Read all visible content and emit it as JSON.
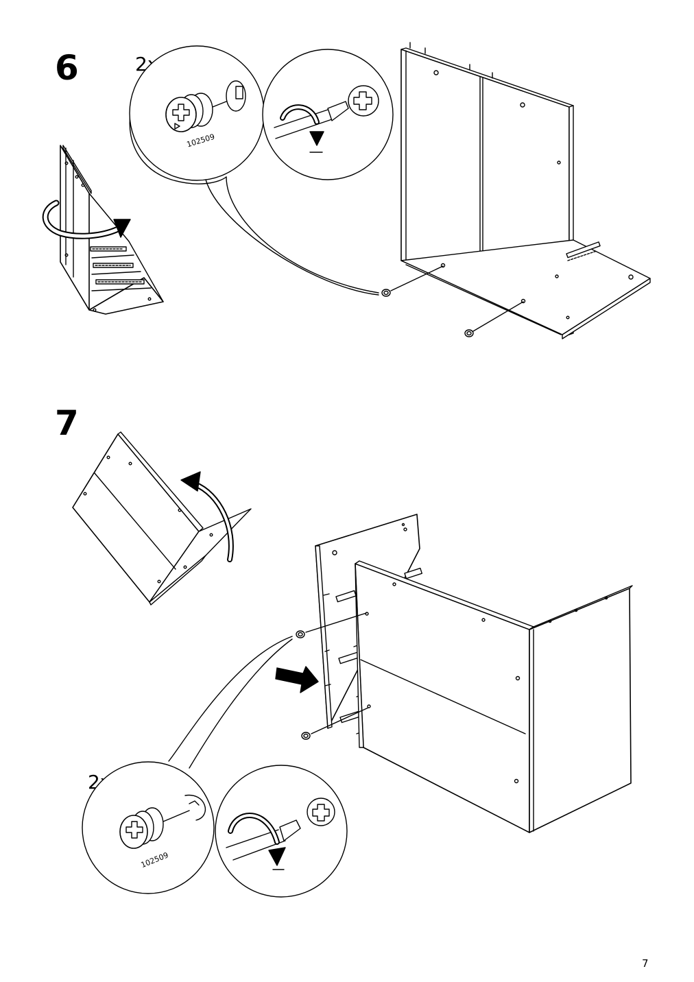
{
  "steps": [
    {
      "number": "6",
      "quantity": "2x",
      "part_number": "102509"
    },
    {
      "number": "7",
      "quantity": "2x",
      "part_number": "102509"
    }
  ],
  "page_number": "7",
  "icons": [
    "cam-lock-fitting-icon",
    "screwdriver-turn-icon",
    "rotate-arrow-icon",
    "push-arrow-icon"
  ]
}
